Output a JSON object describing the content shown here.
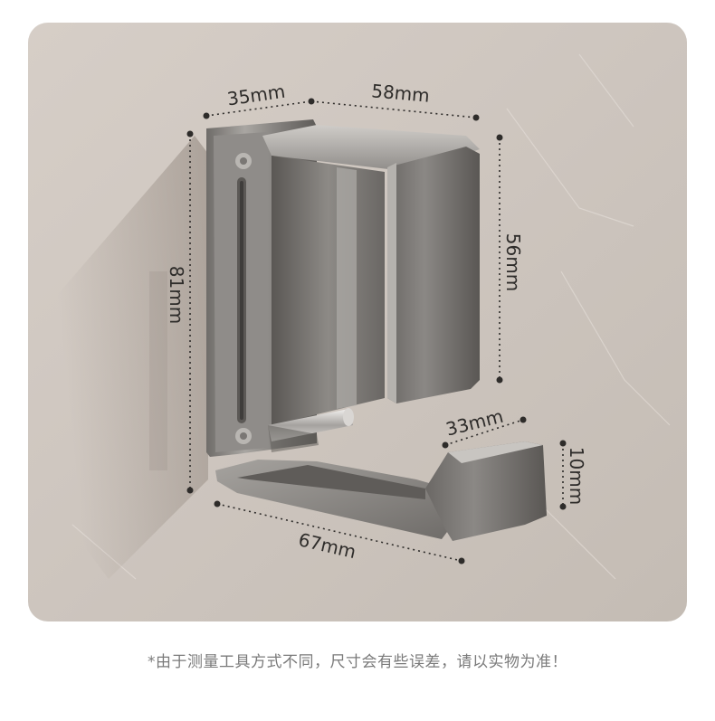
{
  "dimensions": {
    "top_left": "35mm",
    "top_right": "58mm",
    "right_height": "56mm",
    "left_height": "81mm",
    "tip_width": "33mm",
    "tip_height": "10mm",
    "bottom_depth": "67mm"
  },
  "footer": {
    "disclaimer": "*由于测量工具方式不同，尺寸会有些误差，请以实物为准！"
  },
  "colors": {
    "wall": "#cfc7c0",
    "metal": "#8a8784",
    "label": "#2e2c2a",
    "disclaimer": "#7a7a7a"
  }
}
